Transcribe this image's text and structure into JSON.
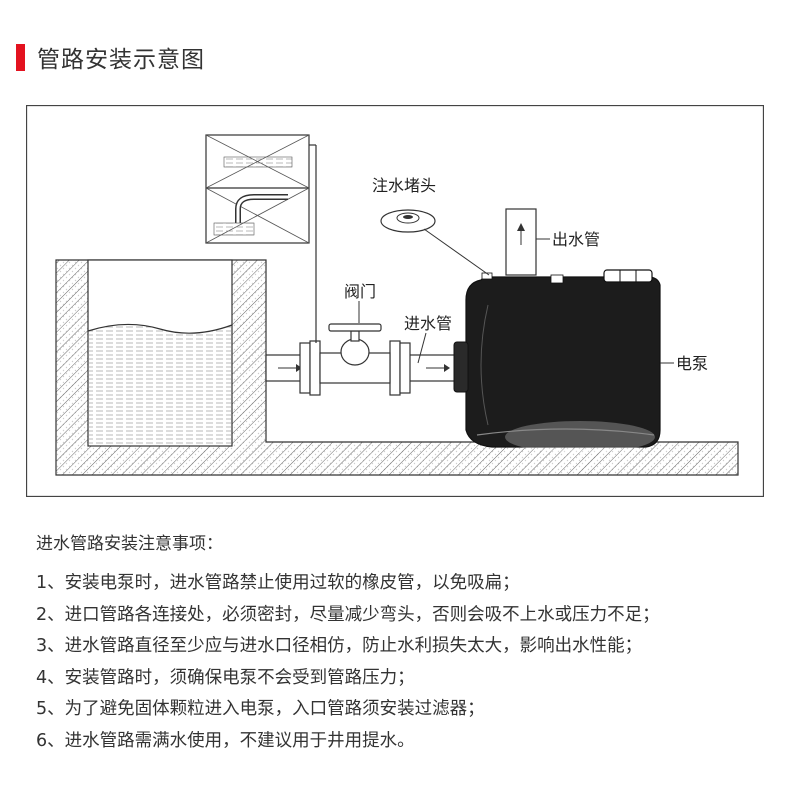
{
  "header": {
    "title": "管路安装示意图",
    "accent_color": "#e3121f"
  },
  "diagram": {
    "labels": {
      "plug": "注水堵头",
      "outlet": "出水管",
      "valve": "阀门",
      "inlet": "进水管",
      "pump": "电泵"
    }
  },
  "notes": {
    "title": "进水管路安装注意事项：",
    "items": [
      "1、安装电泵时，进水管路禁止使用过软的橡皮管，以免吸扁；",
      "2、进口管路各连接处，必须密封，尽量减少弯头，否则会吸不上水或压力不足；",
      "3、进水管路直径至少应与进水口径相仿，防止水利损失太大，影响出水性能；",
      "4、安装管路时，须确保电泵不会受到管路压力；",
      "5、为了避免固体颗粒进入电泵，入口管路须安装过滤器；",
      "6、进水管路需满水使用，不建议用于井用提水。"
    ]
  }
}
